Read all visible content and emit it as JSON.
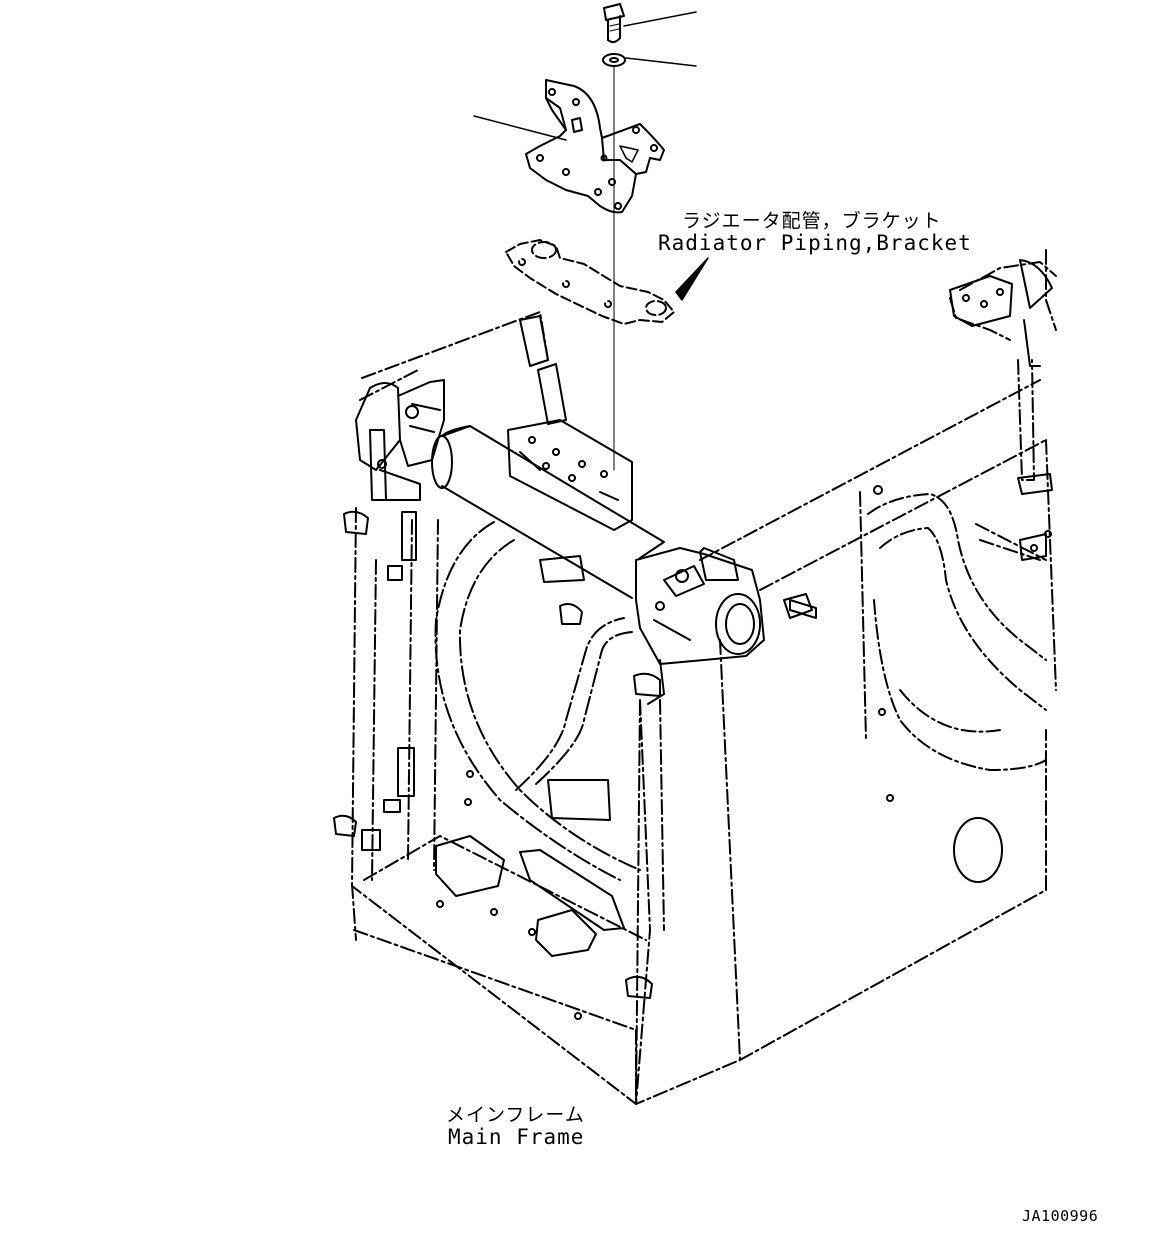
{
  "labels": {
    "radiator_jp": "ラジエータ配管，ブラケット",
    "radiator_en": "Radiator Piping,Bracket",
    "frame_jp": "メインフレーム",
    "frame_en": "Main Frame",
    "drawing_code": "JA100996"
  },
  "parts": [
    {
      "name": "bolt",
      "leader": true
    },
    {
      "name": "washer",
      "leader": true
    },
    {
      "name": "bracket",
      "leader": true
    }
  ]
}
